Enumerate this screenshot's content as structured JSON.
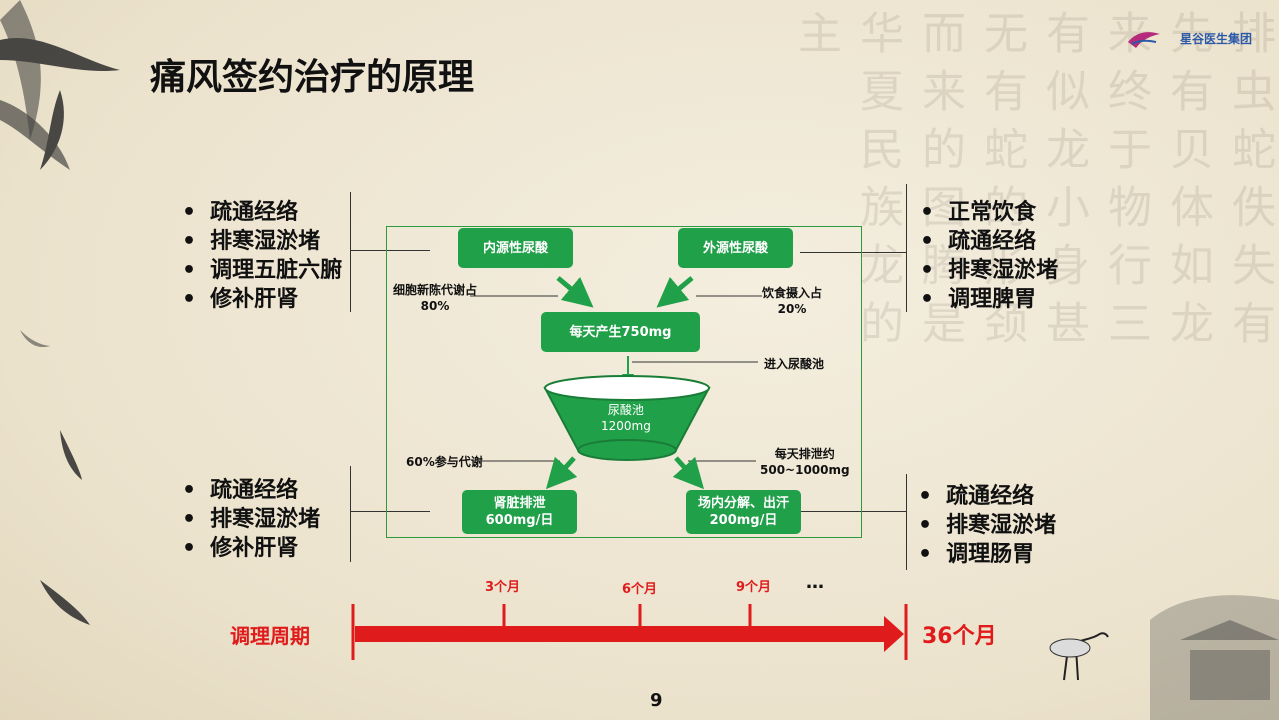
{
  "title": "痛风签约治疗的原理",
  "logo": {
    "brand": "星谷医生集团"
  },
  "lists": {
    "top_left": [
      "疏通经络",
      "排寒湿淤堵",
      "调理五脏六腑",
      "修补肝肾"
    ],
    "top_right": [
      "正常饮食",
      "疏通经络",
      "排寒湿淤堵",
      "调理脾胃"
    ],
    "bottom_left": [
      "疏通经络",
      "排寒湿淤堵",
      "修补肝肾"
    ],
    "bottom_right": [
      "疏通经络",
      "排寒湿淤堵",
      "调理肠胃"
    ]
  },
  "diagram": {
    "endogenous": "内源性尿酸",
    "exogenous": "外源性尿酸",
    "cell_metab": "细胞新陈代谢占",
    "cell_pct": "80%",
    "diet": "饮食摄入占",
    "diet_pct": "20%",
    "daily": "每天产生750mg",
    "enter_pool": "进入尿酸池",
    "pool": "尿酸池",
    "pool_amt": "1200mg",
    "metab_pct": "60%参与代谢",
    "excrete": "每天排泄约",
    "excrete_amt": "500~1000mg",
    "kidney": "肾脏排泄",
    "kidney_amt": "600mg/日",
    "gut": "场内分解、出汗",
    "gut_amt": "200mg/日"
  },
  "timeline": {
    "label": "调理周期",
    "end": "36个月",
    "m3": "3个月",
    "m6": "6个月",
    "m9": "9个月",
    "more": "…"
  },
  "page_number": "9",
  "colors": {
    "green": "#21a04a",
    "red": "#e01b1b"
  }
}
